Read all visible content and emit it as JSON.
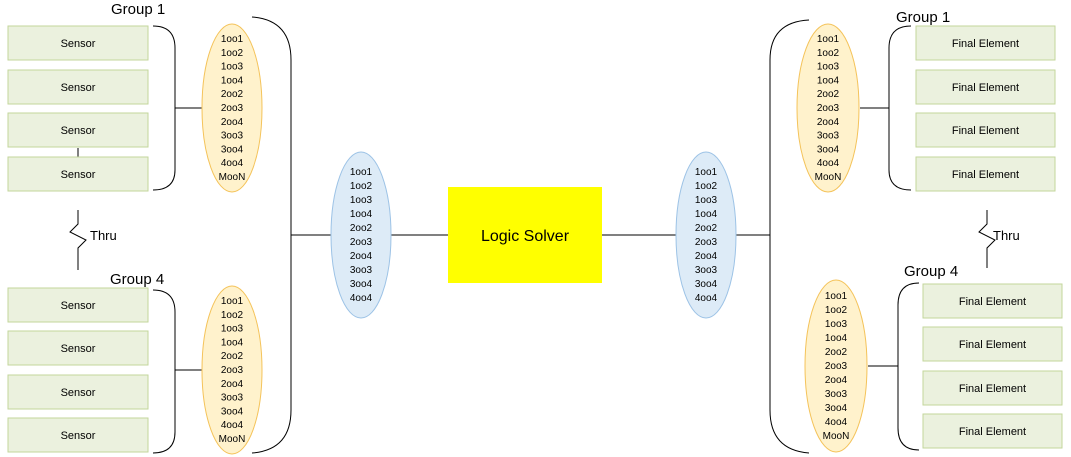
{
  "left": {
    "top_group_label": "Group 1",
    "bottom_group_label": "Group 4",
    "thru_label": "Thru",
    "top_boxes": [
      "Sensor",
      "Sensor",
      "Sensor",
      "Sensor"
    ],
    "bottom_boxes": [
      "Sensor",
      "Sensor",
      "Sensor",
      "Sensor"
    ],
    "top_voting": [
      "1oo1",
      "1oo2",
      "1oo3",
      "1oo4",
      "2oo2",
      "2oo3",
      "2oo4",
      "3oo3",
      "3oo4",
      "4oo4",
      "MooN"
    ],
    "bottom_voting": [
      "1oo1",
      "1oo2",
      "1oo3",
      "1oo4",
      "2oo2",
      "2oo3",
      "2oo4",
      "3oo3",
      "3oo4",
      "4oo4",
      "MooN"
    ],
    "combined_voting": [
      "1oo1",
      "1oo2",
      "1oo3",
      "1oo4",
      "2oo2",
      "2oo3",
      "2oo4",
      "3oo3",
      "3oo4",
      "4oo4"
    ]
  },
  "logic_solver": {
    "label": "Logic Solver",
    "color": "#FFFF00"
  },
  "right": {
    "top_group_label": "Group 1",
    "bottom_group_label": "Group 4",
    "thru_label": "Thru",
    "top_boxes": [
      "Final Element",
      "Final Element",
      "Final Element",
      "Final Element"
    ],
    "bottom_boxes": [
      "Final Element",
      "Final Element",
      "Final Element",
      "Final Element"
    ],
    "top_voting": [
      "1oo1",
      "1oo2",
      "1oo3",
      "1oo4",
      "2oo2",
      "2oo3",
      "2oo4",
      "3oo3",
      "3oo4",
      "4oo4",
      "MooN"
    ],
    "bottom_voting": [
      "1oo1",
      "1oo2",
      "1oo3",
      "1oo4",
      "2oo2",
      "2oo3",
      "2oo4",
      "3oo3",
      "3oo4",
      "4oo4",
      "MooN"
    ],
    "combined_voting": [
      "1oo1",
      "1oo2",
      "1oo3",
      "1oo4",
      "2oo2",
      "2oo3",
      "2oo4",
      "3oo3",
      "3oo4",
      "4oo4"
    ]
  },
  "colors": {
    "box_fill": "#EBF1DE",
    "box_stroke": "#C3D69B",
    "group_ellipse_fill": "#FFF2CC",
    "group_ellipse_stroke": "#F4C35A",
    "combined_ellipse_fill": "#DDEBF7",
    "combined_ellipse_stroke": "#9DC3E6"
  }
}
